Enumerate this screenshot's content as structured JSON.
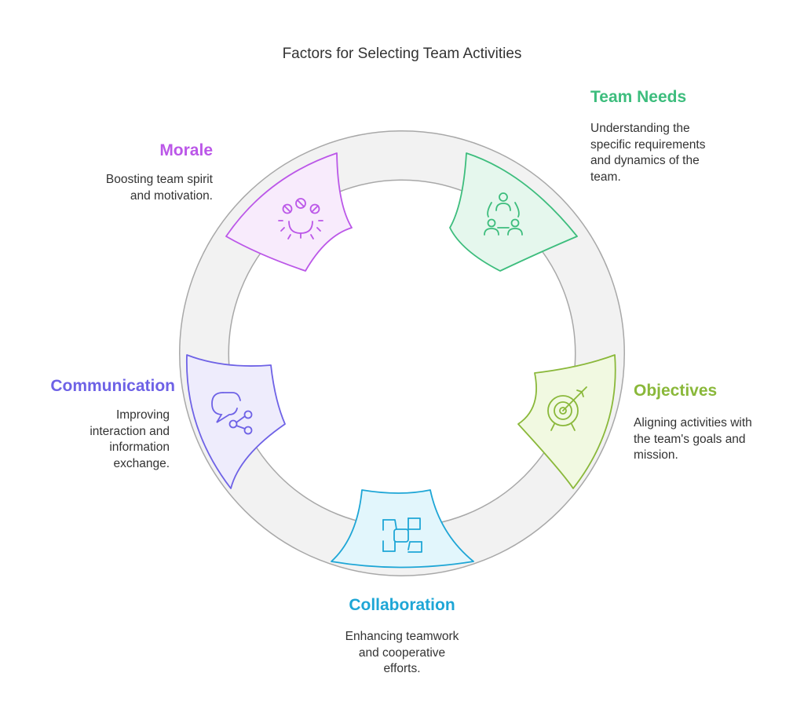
{
  "title": "Factors for Selecting Team Activities",
  "factors": [
    {
      "key": "team-needs",
      "heading": "Team Needs",
      "description": "Understanding the specific requirements and dynamics of the team.",
      "icon": "team-network-icon",
      "color": "#3dbd7d",
      "fill": "#e5f7ed"
    },
    {
      "key": "objectives",
      "heading": "Objectives",
      "description": "Aligning activities with the team's goals and mission.",
      "icon": "target-arrow-icon",
      "color": "#8ab83a",
      "fill": "#f1f9e1"
    },
    {
      "key": "collaboration",
      "heading": "Collaboration",
      "description": "Enhancing teamwork and cooperative efforts.",
      "icon": "joined-hands-icon",
      "color": "#1ea6d6",
      "fill": "#e2f6fc"
    },
    {
      "key": "communication",
      "heading": "Communication",
      "description": "Improving interaction and information exchange.",
      "icon": "chat-share-icon",
      "color": "#6e62e6",
      "fill": "#eeecfc"
    },
    {
      "key": "morale",
      "heading": "Morale",
      "description": "Boosting team spirit and motivation.",
      "icon": "team-gear-icon",
      "color": "#bb57e8",
      "fill": "#f8ebfc"
    }
  ]
}
